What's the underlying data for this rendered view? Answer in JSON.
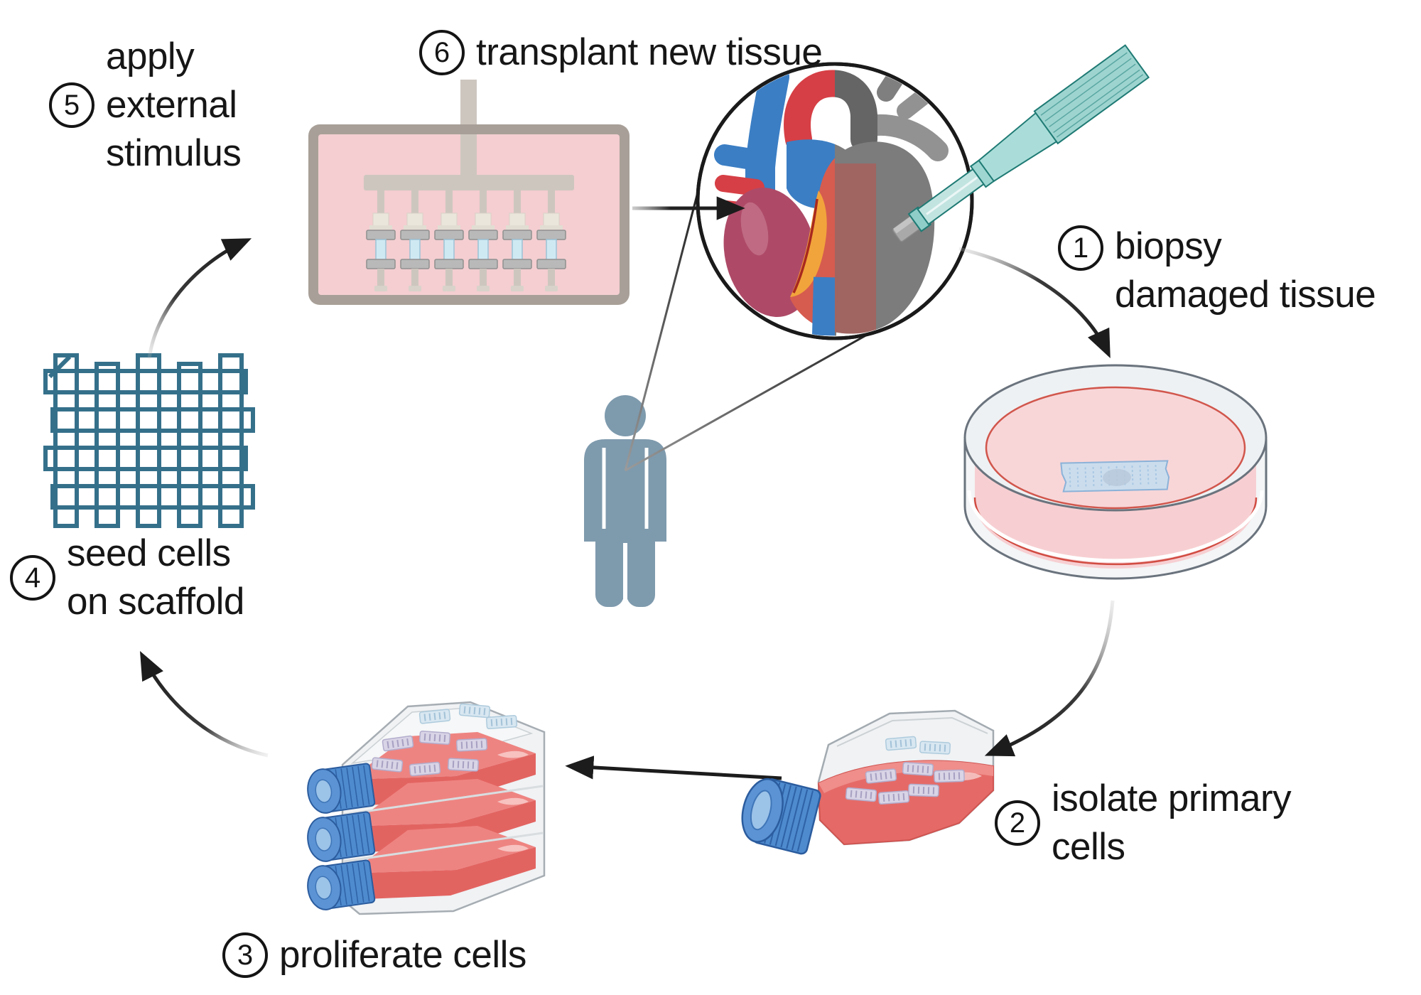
{
  "figure": {
    "type": "tissue-engineering-cycle-diagram",
    "background_color": "#ffffff"
  },
  "steps": [
    {
      "num": "1",
      "lines": [
        "biopsy",
        "damaged tissue"
      ]
    },
    {
      "num": "2",
      "lines": [
        "isolate primary",
        "cells"
      ]
    },
    {
      "num": "3",
      "lines": [
        "proliferate cells"
      ]
    },
    {
      "num": "4",
      "lines": [
        "seed cells",
        "on scaffold"
      ]
    },
    {
      "num": "5",
      "lines": [
        "apply",
        "external",
        "stimulus"
      ]
    },
    {
      "num": "6",
      "lines": [
        "transplant new tissue"
      ]
    }
  ],
  "icons": [
    "heart-half-healthy-half-damaged-icon",
    "magnifier-circle-icon",
    "biopsy-tool-icon",
    "petri-dish-with-tissue-icon",
    "culture-flask-icon",
    "stacked-culture-flasks-icon",
    "scaffold-mesh-icon",
    "bioreactor-with-pistons-icon",
    "patient-figure-icon",
    "curved-arrow-icon"
  ],
  "colors": {
    "arrow_black": "#1c1c1c",
    "scaffold_teal": "#35708a",
    "bioreactor_frame_taupe": "#a8a098",
    "bioreactor_pink": "#f4ced1",
    "bioreactor_rod_taupe": "#cdc6bf",
    "piston_sample_blue": "#cfe9f3",
    "media_red": "#e56a67",
    "flask_cap_blue": "#4e8ace",
    "dish_media_pink": "#f8d6d8",
    "dish_rim_gray": "#6a737d",
    "tissue_sample_blue": "#cbdded",
    "tool_teal": "#9ed4d0",
    "person_slate": "#7e9aad",
    "heart_red": "#d65c4f",
    "heart_maroon": "#ae4a68",
    "heart_blue": "#3b7ec4",
    "heart_fat_orange": "#f2a43c",
    "label_text": "#161616"
  }
}
